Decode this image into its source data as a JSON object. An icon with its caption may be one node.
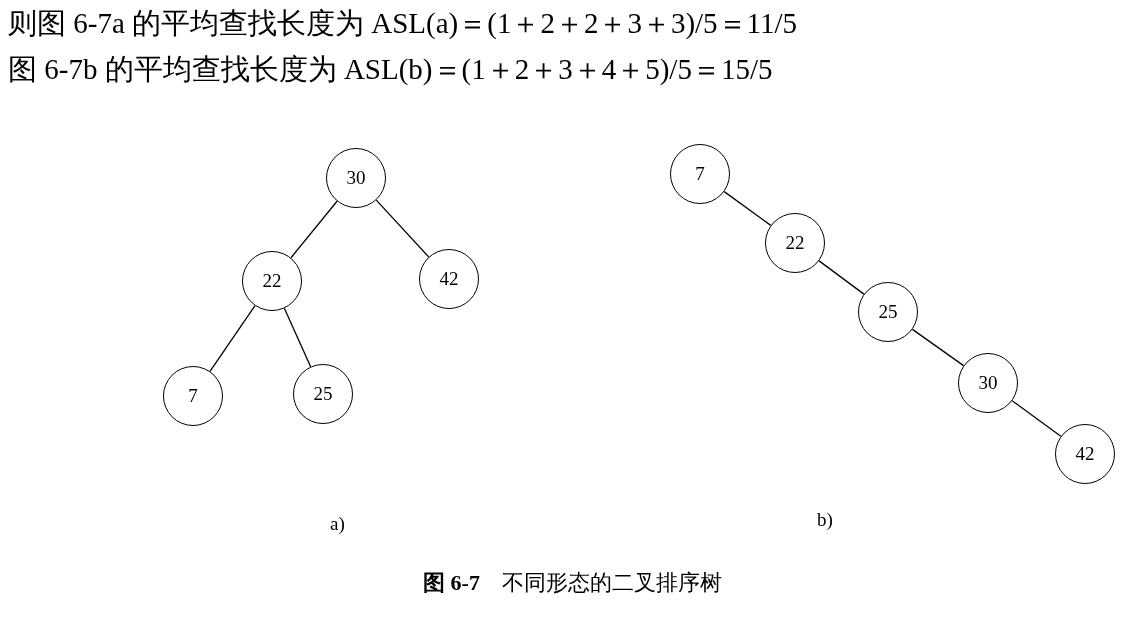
{
  "diagram": {
    "caption": "**图 6-7**　不同形态的二叉排序树",
    "nodes": [
      {
        "text": [
          "30"
        ]
      },
      {
        "text": [
          "22"
        ]
      },
      {
        "text": [
          "42"
        ]
      },
      {
        "text": [
          "7"
        ]
      },
      {
        "text": [
          "25"
        ]
      },
      {
        "text": [
          "7"
        ]
      },
      {
        "text": [
          "22"
        ]
      },
      {
        "text": [
          "25"
        ]
      },
      {
        "text": [
          "30"
        ]
      },
      {
        "text": [
          "42"
        ]
      }
    ],
    "edges": [
      {
        "from": 0,
        "to": 1,
        "arrow": "none"
      },
      {
        "from": 0,
        "to": 2,
        "arrow": "none"
      },
      {
        "from": 1,
        "to": 3,
        "arrow": "none"
      },
      {
        "from": 1,
        "to": 4,
        "arrow": "none"
      },
      {
        "from": 5,
        "to": 6,
        "arrow": "none"
      },
      {
        "from": 6,
        "to": 7,
        "arrow": "none"
      },
      {
        "from": 7,
        "to": 8,
        "arrow": "none"
      },
      {
        "from": 8,
        "to": 9,
        "arrow": "none"
      }
    ],
    "labels": [
      "则图 6-7a 的平均查找长度为 ASL(a)＝(1＋2＋2＋3＋3)/5＝11/5",
      "图 6-7b 的平均查找长度为 ASL(b)＝(1＋2＋3＋4＋5)/5＝15/5",
      "a)",
      "b)"
    ]
  }
}
